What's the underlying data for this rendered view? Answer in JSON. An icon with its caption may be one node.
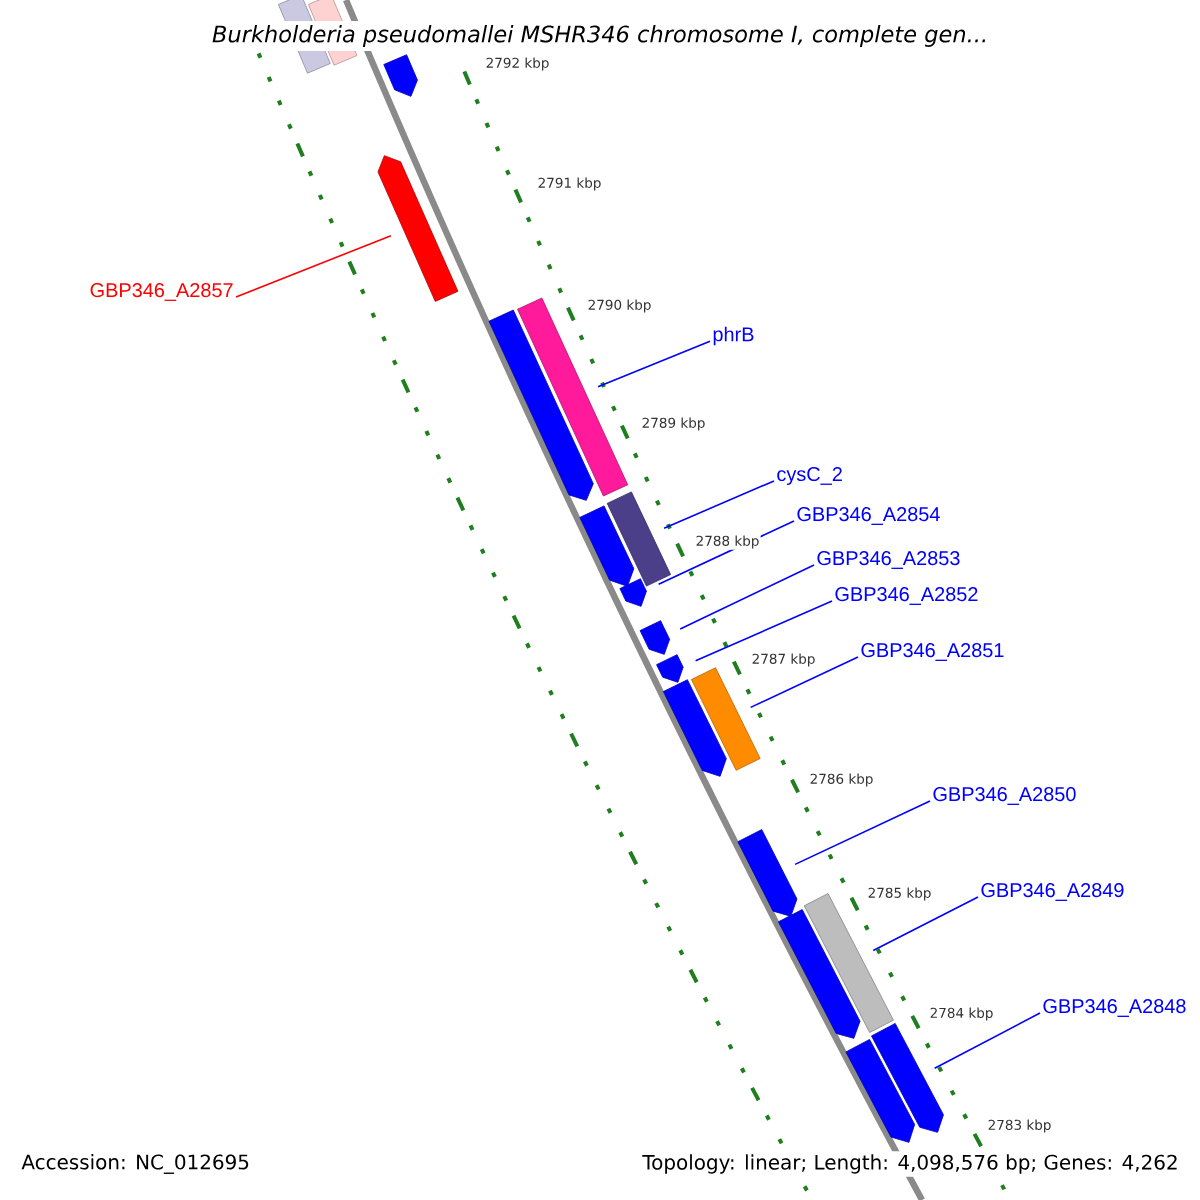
{
  "diagram": {
    "title": "Burkholderia pseudomallei MSHR346 chromosome I, complete gen...",
    "nodes": [
      {
        "text": [
          "GBP346_A2857"
        ]
      },
      {
        "text": [
          "phrB"
        ]
      },
      {
        "text": [
          "cysC_2"
        ]
      },
      {
        "text": [
          "GBP346_A2854"
        ]
      },
      {
        "text": [
          "GBP346_A2853"
        ]
      },
      {
        "text": [
          "GBP346_A2852"
        ]
      },
      {
        "text": [
          "GBP346_A2851"
        ]
      },
      {
        "text": [
          "GBP346_A2850"
        ]
      },
      {
        "text": [
          "GBP346_A2849"
        ]
      },
      {
        "text": [
          "GBP346_A2848"
        ]
      },
      {
        "text": [],
        "shape": "bar"
      },
      {
        "text": [],
        "shape": "bar"
      },
      {
        "text": [],
        "shape": "arrow"
      },
      {
        "text": [],
        "shape": "arrow"
      },
      {
        "text": [],
        "shape": "arrow"
      },
      {
        "text": [],
        "shape": "bar"
      },
      {
        "text": [],
        "shape": "arrow"
      },
      {
        "text": [],
        "shape": "bar"
      },
      {
        "text": [],
        "shape": "arrow"
      },
      {
        "text": [],
        "shape": "arrow"
      },
      {
        "text": [],
        "shape": "arrow"
      },
      {
        "text": [],
        "shape": "arrow"
      },
      {
        "text": [],
        "shape": "bar"
      },
      {
        "text": [],
        "shape": "arrow"
      },
      {
        "text": [],
        "shape": "bar"
      },
      {
        "text": [],
        "shape": "arrow"
      },
      {
        "text": [],
        "shape": "arrow"
      },
      {
        "text": [],
        "shape": "arrow"
      }
    ],
    "edges": [
      {
        "from": 0,
        "to": 13,
        "arrow": "none",
        "color": "#ff0000"
      },
      {
        "from": 1,
        "to": 15,
        "arrow": "none"
      },
      {
        "from": 2,
        "to": 17,
        "arrow": "none"
      },
      {
        "from": 3,
        "to": 18,
        "arrow": "none"
      },
      {
        "from": 4,
        "to": 19,
        "arrow": "none"
      },
      {
        "from": 5,
        "to": 20,
        "arrow": "none"
      },
      {
        "from": 6,
        "to": 22,
        "arrow": "none"
      },
      {
        "from": 7,
        "to": 23,
        "arrow": "none"
      },
      {
        "from": 8,
        "to": 24,
        "arrow": "none"
      },
      {
        "from": 9,
        "to": 27,
        "arrow": "none"
      }
    ],
    "labels": [
      "2792 kbp",
      "2791 kbp",
      "2790 kbp",
      "2789 kbp",
      "2788 kbp",
      "2787 kbp",
      "2786 kbp",
      "2785 kbp",
      "2784 kbp",
      "2783 kbp",
      "Accession: NC_012695",
      "Topology: linear; Length: 4,098,576 bp; Genes: 4,262"
    ]
  }
}
